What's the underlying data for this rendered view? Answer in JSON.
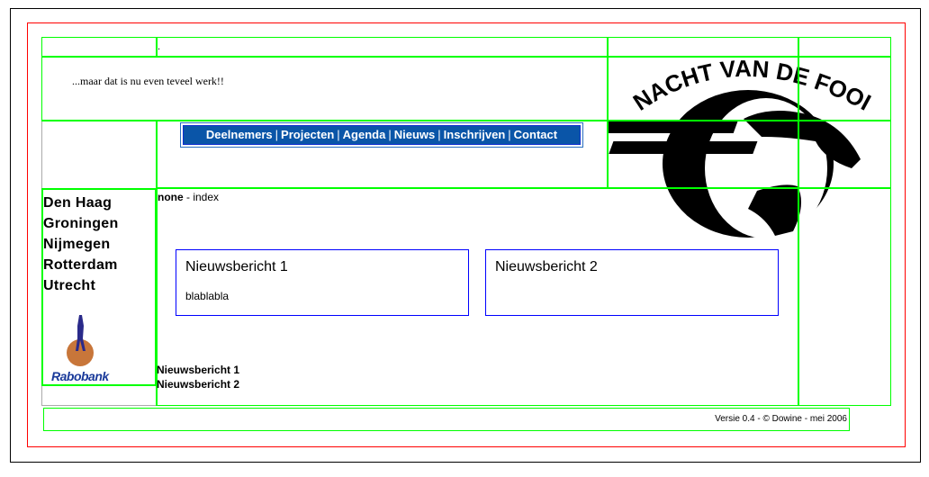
{
  "header": {
    "dot": ".",
    "tagline": "...maar dat is nu even teveel werk!!",
    "logo_text": "NACHT VAN DE FOOI"
  },
  "nav": {
    "items": [
      "Deelnemers",
      "Projecten",
      "Agenda",
      "Nieuws",
      "Inschrijven",
      "Contact"
    ],
    "separator": "|"
  },
  "breadcrumb": {
    "bold": "none",
    "rest": " - index"
  },
  "sidebar": {
    "cities": [
      "Den Haag",
      "Groningen",
      "Nijmegen",
      "Rotterdam",
      "Utrecht"
    ],
    "sponsor": "Rabobank"
  },
  "news": [
    {
      "title": "Nieuwsbericht 1",
      "body": "blablabla"
    },
    {
      "title": "Nieuwsbericht 2",
      "body": ""
    }
  ],
  "news_list": [
    "Nieuwsbericht 1",
    "Nieuwsbericht 2"
  ],
  "footer": {
    "text": "Versie 0.4 - © Dowine - mei 2006"
  },
  "colors": {
    "grid": "#00ff00",
    "frame": "#ff0000",
    "nav": "#0a55a8",
    "news_border": "#0000ff"
  }
}
